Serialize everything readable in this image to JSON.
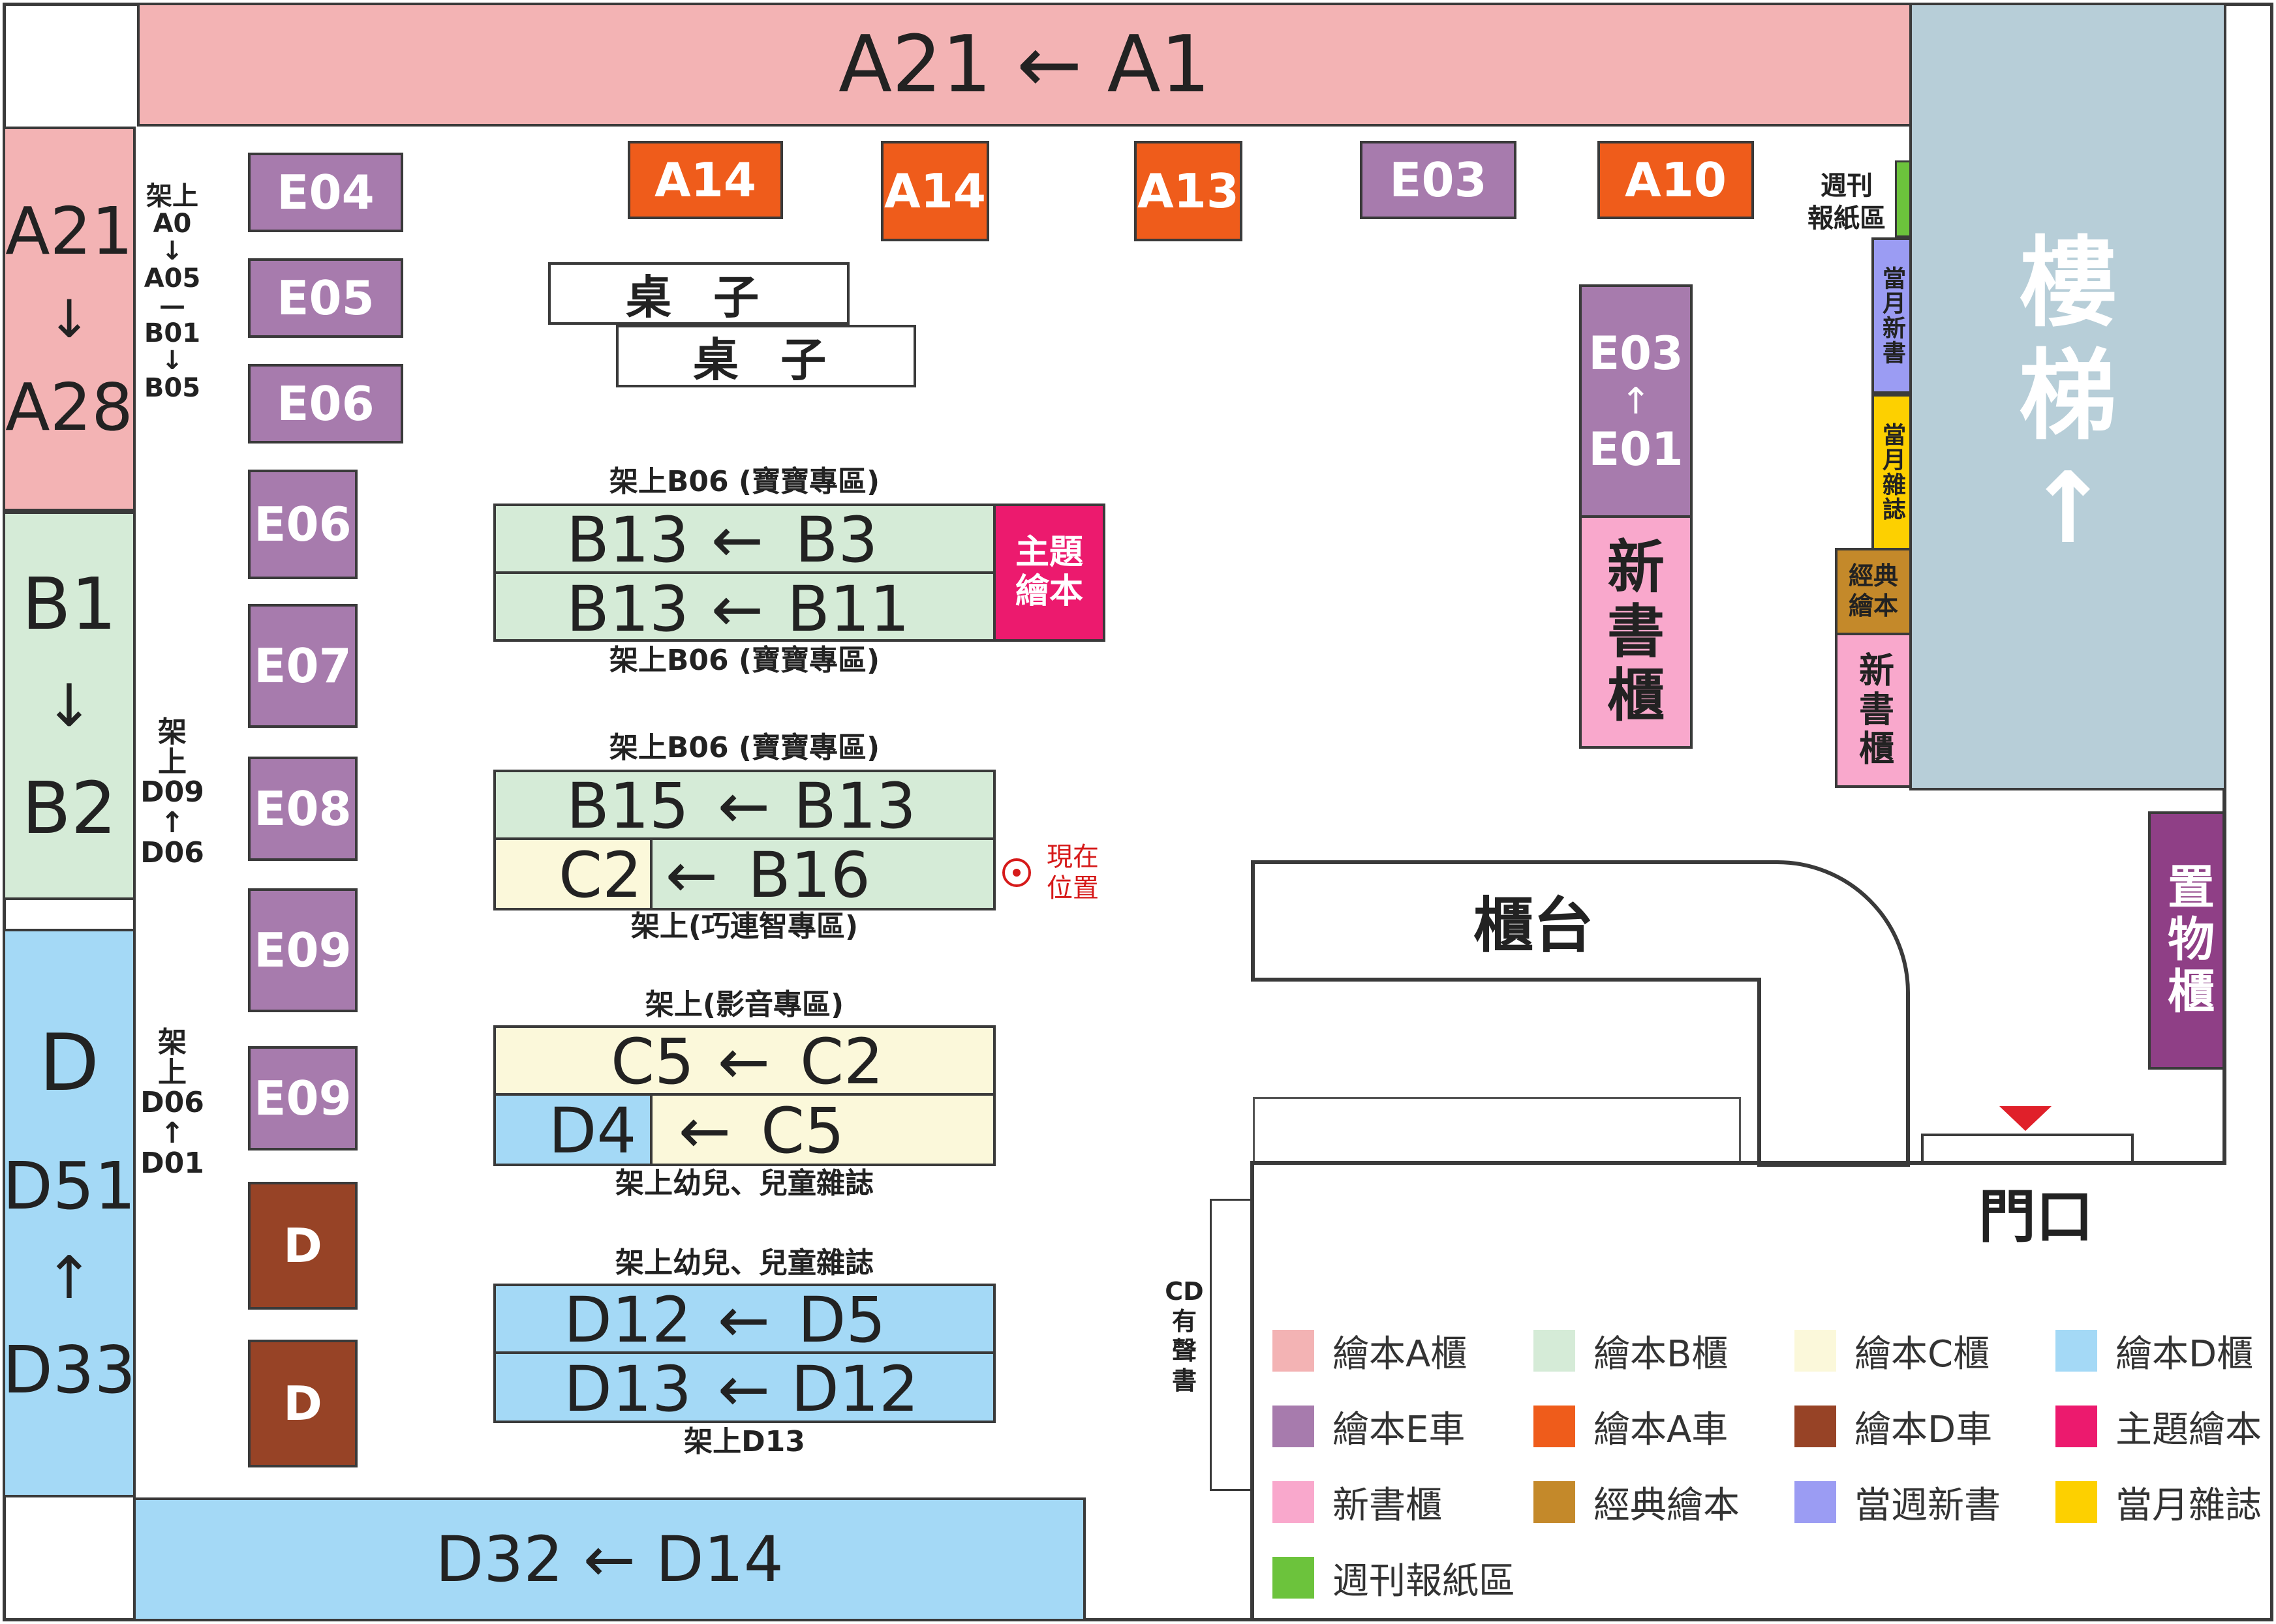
{
  "colors": {
    "A_shelf": "#f3b3b4",
    "B_shelf": "#d5ebd7",
    "C_shelf": "#fbf8da",
    "D_shelf": "#a4d9f6",
    "E_cart": "#a77bad",
    "A_cart": "#ef5c1b",
    "D_cart": "#974326",
    "theme": "#ec1a6e",
    "new_books": "#f9a8cc",
    "classic": "#c4892a",
    "weekly_new": "#9b9cf3",
    "monthly_mag": "#fdd000",
    "newspaper": "#6cc33c",
    "stairs": "#b7ced8",
    "storage": "#8f3f86"
  },
  "top_shelf": "A21 ← A1",
  "left_shelves": {
    "a_top": "A21",
    "a_arrow": "↓",
    "a_bottom": "A28",
    "b_top": "B1",
    "b_arrow": "↓",
    "b_bottom": "B2",
    "d_top": "D",
    "d_mid": "D51",
    "d_arrow": "↑",
    "d_bottom": "D33"
  },
  "side_labels": {
    "upper": [
      "架上",
      "A0",
      "↓",
      "A05",
      "—",
      "B01",
      "↓",
      "B05"
    ],
    "middle": [
      "架",
      "上",
      "D09",
      "↑",
      "D06"
    ],
    "lower": [
      "架",
      "上",
      "D06",
      "↑",
      "D01"
    ]
  },
  "top_carts": [
    "A14",
    "A14",
    "A13",
    "E03",
    "A10"
  ],
  "e_carts": [
    "E04",
    "E05",
    "E06",
    "E06",
    "E07",
    "E08",
    "E09",
    "E09"
  ],
  "d_carts": [
    "D",
    "D"
  ],
  "tables": [
    "桌 子",
    "桌 子"
  ],
  "shelf_groups": {
    "g1_top": "架上B06 (寶寶專區)",
    "g1_row1": [
      "B13",
      "←",
      "B3"
    ],
    "g1_row2": [
      "B13",
      "←",
      "B11"
    ],
    "theme": "主題\n繪本",
    "g1_bottom": "架上B06 (寶寶專區)",
    "g2_top": "架上B06 (寶寶專區)",
    "g2_row1": [
      "B15",
      "←",
      "B13"
    ],
    "g2_row2_c": "C2",
    "g2_row2": [
      "←",
      "B16"
    ],
    "g2_bottom": "架上(巧連智專區)",
    "g3_top": "架上(影音專區)",
    "g3_row1": [
      "C5",
      "←",
      "C2"
    ],
    "g3_row2_d": "D4",
    "g3_row2": [
      "←",
      "C5"
    ],
    "g3_bottom": "架上幼兒、兒童雜誌",
    "g4_top": "架上幼兒、兒童雜誌",
    "g4_row1": [
      "D12",
      "←",
      "D5"
    ],
    "g4_row2": [
      "D13",
      "←",
      "D12"
    ],
    "g4_bottom": "架上D13"
  },
  "current_position": "現在\n位置",
  "bottom_shelf": "D32 ← D14",
  "e_tall": {
    "top": "E03",
    "arrow": "↑",
    "bottom": "E01",
    "new": "新\n書\n櫃"
  },
  "right_strip": {
    "weekly_paper": "週刊\n報紙區",
    "weekly_new": "當月新書",
    "monthly_mag": "當月雜誌",
    "classic": "經典\n繪本",
    "new_books": "新書櫃"
  },
  "stairs": "樓\n梯\n↑",
  "storage": "置物櫃",
  "counter": "櫃台",
  "entrance": "門口",
  "cd": "CD\n有\n聲\n書",
  "legend": [
    {
      "label": "繪本A櫃",
      "color": "#f3b3b4"
    },
    {
      "label": "繪本B櫃",
      "color": "#d5ebd7"
    },
    {
      "label": "繪本C櫃",
      "color": "#fbf8da"
    },
    {
      "label": "繪本D櫃",
      "color": "#a4d9f6"
    },
    {
      "label": "繪本E車",
      "color": "#a77bad"
    },
    {
      "label": "繪本A車",
      "color": "#ef5c1b"
    },
    {
      "label": "繪本D車",
      "color": "#974326"
    },
    {
      "label": "主題繪本",
      "color": "#ec1a6e"
    },
    {
      "label": "新書櫃",
      "color": "#f9a8cc"
    },
    {
      "label": "經典繪本",
      "color": "#c4892a"
    },
    {
      "label": "當週新書",
      "color": "#9b9cf3"
    },
    {
      "label": "當月雜誌",
      "color": "#fdd000"
    },
    {
      "label": "週刊報紙區",
      "color": "#6cc33c"
    }
  ]
}
